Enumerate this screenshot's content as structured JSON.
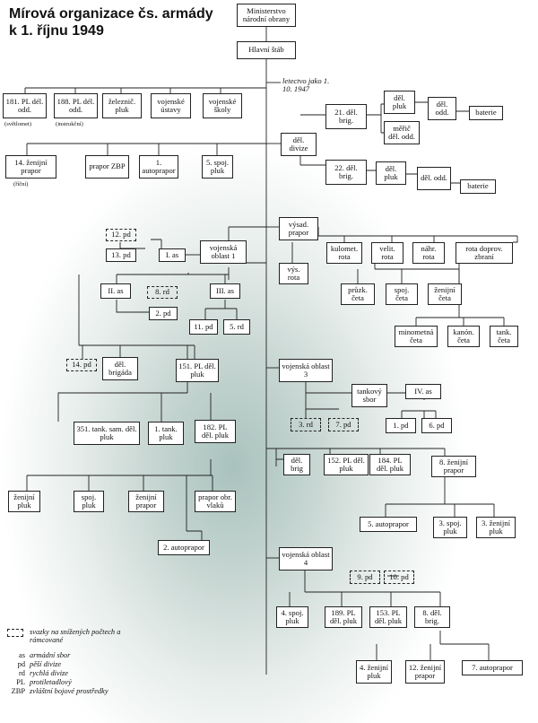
{
  "title": {
    "line1": "Mírová organizace čs. armády",
    "line2": "k 1. říjnu 1949"
  },
  "nodes": {
    "ministerstvo": "Ministerstvo národní obrany",
    "hlavni_stab": "Hlavní štáb",
    "letectvo": "letectvo jako 1. 10. 1947",
    "pl181": "181. PL dél. odd.",
    "pl188": "188. PL dél. odd.",
    "zelezn_pluk": "železnič. pluk",
    "vojenske_ustavy": "vojenské ústavy",
    "vojenske_skoly": "vojenské školy",
    "enr14": "14. ženijní prapor",
    "prapor_zbp": "prapor ZBP",
    "autoprapor1": "1. autoprapor",
    "spoj5": "5. spoj. pluk",
    "del_divize": "děl. divize",
    "del_brig21": "21. děl. brig.",
    "del_pluk_21": "děl. pluk",
    "meric": "měřič děl. odd.",
    "del_odd_21": "děl. odd.",
    "baterie_21": "baterie",
    "del_brig22": "22. děl. brig.",
    "del_pluk_22": "děl. pluk",
    "del_odd_22": "děl. odd.",
    "baterie_22": "baterie",
    "vysad_prapor": "výsad. prapor",
    "kulomet_rota": "kulomet. rota",
    "velit_rota": "velit. rota",
    "nahr_rota": "náhr. rota",
    "rota_doprov": "rota doprov. zbraní",
    "vys_rota": "výs. rota",
    "pruzk_ceta": "průzk. četa",
    "spoj_ceta": "spoj. četa",
    "zen_ceta": "ženijní četa",
    "minometna": "minometná četa",
    "kanon_ceta": "kanón. četa",
    "tank_ceta": "tank. četa",
    "pd12": "12. pd",
    "pd13": "13. pd",
    "as1": "I. as",
    "vo1": "vojenská oblast 1",
    "as2": "II. as",
    "rd8": "8. rd",
    "as3": "III. as",
    "pd2": "2. pd",
    "pd11": "11. pd",
    "rd5": "5. rd",
    "pd14": "14. pd",
    "del_brigada": "děl. brigáda",
    "pl151": "151. PL děl. pluk",
    "tank351": "351. tank. sam. děl. pluk",
    "tank1": "1. tank. pluk",
    "pl182": "182. PL děl. pluk",
    "zen_pluk": "ženijní pluk",
    "spoj_pluk": "spoj. pluk",
    "zen_prapor": "ženijní prapor",
    "prapor_obr": "prapor obr. vlaků",
    "autoprapor2": "2. autoprapor",
    "vo3": "vojenská oblast 3",
    "tankovy_sbor": "tankový sbor",
    "as4": "IV. as",
    "rd3": "3. rd",
    "rd7": "7. pd",
    "pd1": "1. pd",
    "pd6": "6. pd",
    "del_brig_vo3": "děl. brig",
    "pl152": "152. PL děl. pluk",
    "pl184": "184. PL děl. pluk",
    "zen8": "8. ženijní prapor",
    "autoprapor5": "5. autoprapor",
    "spoj3": "3. spoj. pluk",
    "zen3": "3. ženijní pluk",
    "vo4": "vojenská oblast 4",
    "pd9": "9. pd",
    "pd10": "10. pd",
    "spoj4": "4. spoj. pluk",
    "pl189": "189. PL děl. pluk",
    "pl153": "153. PL děl. pluk",
    "del_brig8": "8. děl. brig.",
    "zen4": "4. ženijní pluk",
    "zen12": "12. ženijní prapor",
    "autoprapor7": "7. autoprapor"
  },
  "labels": {
    "svetlomet": "(světlomet)",
    "instrukcni": "(instrukční)",
    "ricni": "(říční)"
  },
  "legend": [
    {
      "abbr": "",
      "text": "svazky na snížených počtech a rámcované"
    },
    {
      "abbr": "as",
      "text": "armádní sbor"
    },
    {
      "abbr": "pd",
      "text": "pěší divize"
    },
    {
      "abbr": "rd",
      "text": "rychlá divize"
    },
    {
      "abbr": "PL",
      "text": "protiletadlový"
    },
    {
      "abbr": "ZBP",
      "text": "zvláštní bojové prostředky"
    }
  ]
}
